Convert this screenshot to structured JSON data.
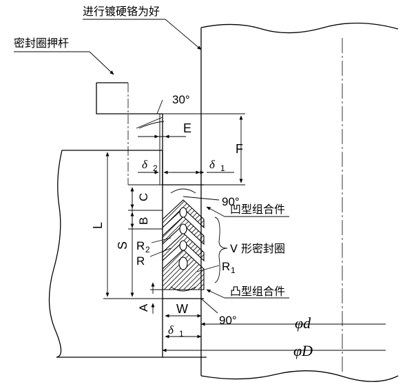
{
  "callouts": {
    "chrome_plating": "进行镀硬铬为好",
    "push_rod": "密封圈押杆",
    "concave_set": "凹型组合件",
    "v_seal": "V 形密封圈",
    "convex_set": "凸型组合件"
  },
  "dimensions": {
    "angle_top": "30°",
    "angle_mid": "90°",
    "angle_bottom": "90°",
    "e": "E",
    "f": "F",
    "delta": "δ",
    "sub1": "1",
    "sub2": "2",
    "c": "C",
    "b": "B",
    "s": "S",
    "l": "L",
    "a": "A",
    "w": "W",
    "r": "R",
    "r2": "R",
    "r1": "R",
    "phi_d": "φd",
    "phi_D": "φD"
  }
}
